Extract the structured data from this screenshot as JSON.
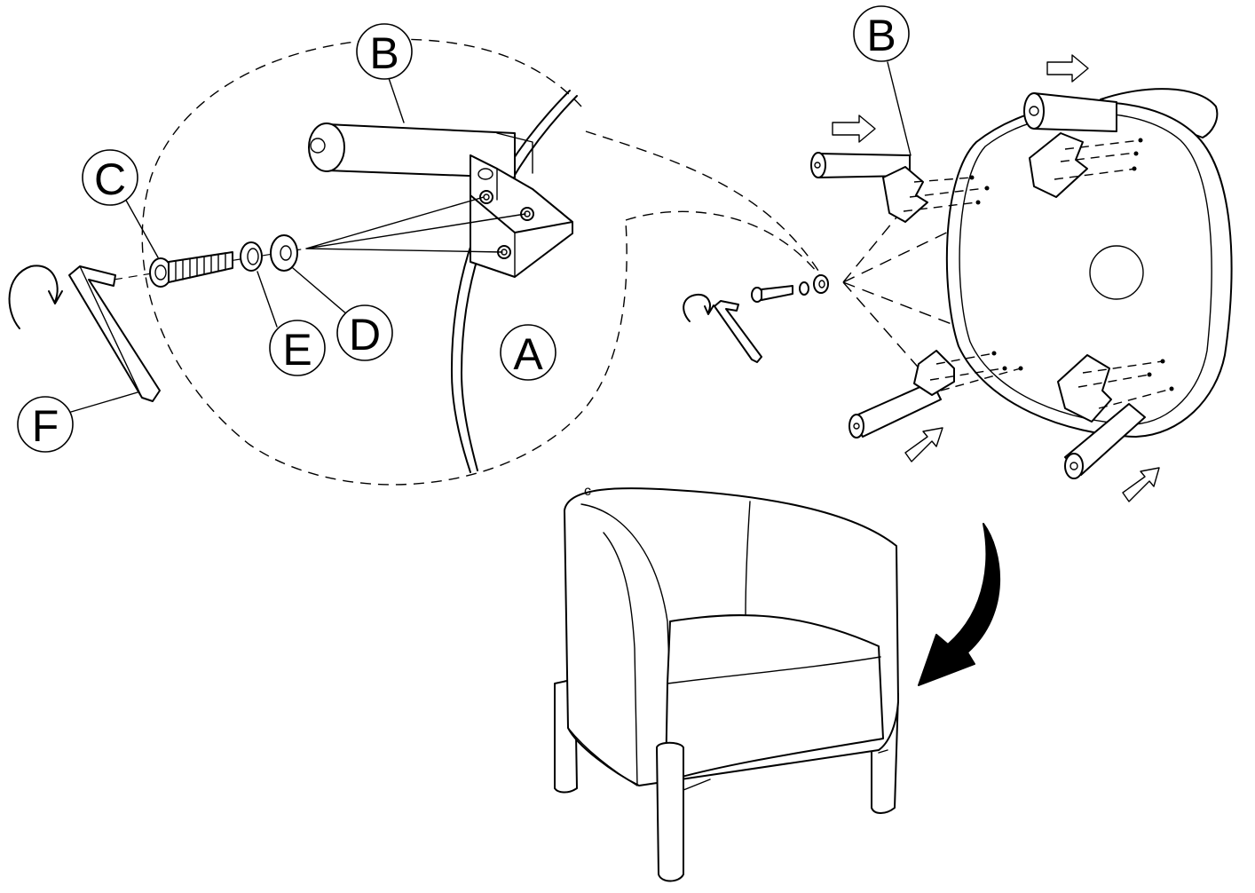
{
  "labels": {
    "a": "A",
    "b": "B",
    "c": "C",
    "d": "D",
    "e": "E",
    "f": "F",
    "b_right": "B",
    "chair_mark": "c"
  }
}
